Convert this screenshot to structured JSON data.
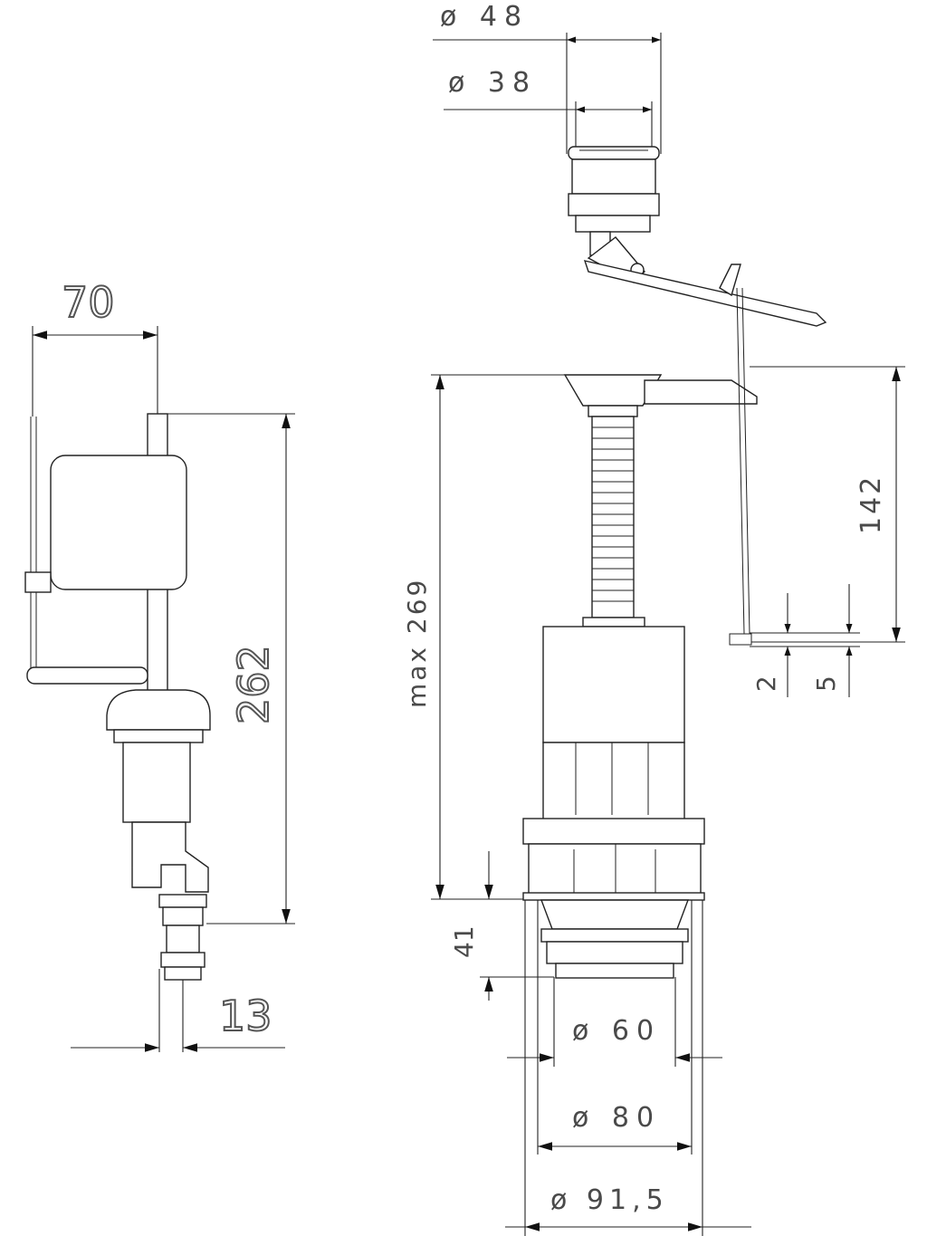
{
  "dimensions": {
    "fill_valve_width": "70",
    "fill_valve_height": "262",
    "fill_valve_inlet": "13",
    "push_button_outer": "ø 48",
    "push_button_inner": "ø 38",
    "flush_valve_height": "max 269",
    "chain_length": "142",
    "chain_small_a": "2",
    "chain_small_b": "5",
    "seal_height": "41",
    "outlet_60": "ø 60",
    "outlet_80": "ø 80",
    "outlet_915": "ø 91,5"
  }
}
